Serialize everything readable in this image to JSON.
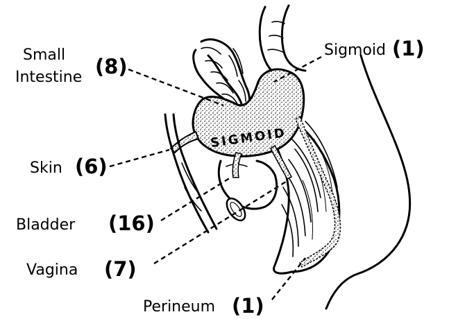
{
  "diagram": {
    "organ_label": "SIGMOID",
    "labels": [
      {
        "id": "small-intestine",
        "name_lines": [
          "Small",
          "Intestine"
        ],
        "count": "(8)"
      },
      {
        "id": "sigmoid",
        "name_lines": [
          "Sigmoid"
        ],
        "count": "(1)"
      },
      {
        "id": "skin",
        "name_lines": [
          "Skin"
        ],
        "count": "(6)"
      },
      {
        "id": "bladder",
        "name_lines": [
          "Bladder"
        ],
        "count": "(16)"
      },
      {
        "id": "vagina",
        "name_lines": [
          "Vagina"
        ],
        "count": "(7)"
      },
      {
        "id": "perineum",
        "name_lines": [
          "Perineum"
        ],
        "count": "(1)"
      }
    ]
  }
}
